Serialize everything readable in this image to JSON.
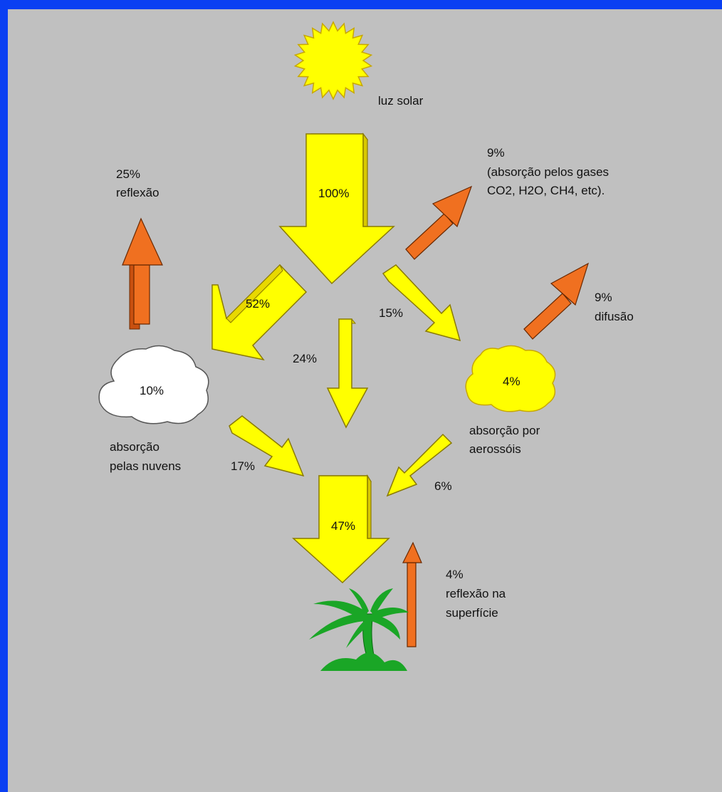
{
  "colors": {
    "background": "#c0c0c0",
    "border": "#0a3ff2",
    "yellow": "#ffff00",
    "orange": "#f07020",
    "green": "#1aa626",
    "cloud_white": "#ffffff"
  },
  "sun": {
    "label": "luz solar"
  },
  "flows": {
    "incoming": "100%",
    "to_cloud": "52%",
    "direct": "24%",
    "to_aerosol": "15%",
    "cloud_to_surface": "17%",
    "aerosol_to_surface": "6%",
    "surface_total": "47%"
  },
  "reflection": {
    "value": "25%",
    "label": "reflexão"
  },
  "gas_absorption": {
    "value": "9%",
    "line1": "(absorção pelos gases",
    "line2": "CO2, H2O, CH4, etc)."
  },
  "diffusion": {
    "value": "9%",
    "label": "difusão"
  },
  "cloud": {
    "value": "10%",
    "line1": "absorção",
    "line2": "pelas nuvens"
  },
  "aerosol": {
    "value": "4%",
    "line1": "absorção por",
    "line2": "aerossóis"
  },
  "surface_reflection": {
    "value": "4%",
    "line1": "reflexão na",
    "line2": "superfície"
  }
}
